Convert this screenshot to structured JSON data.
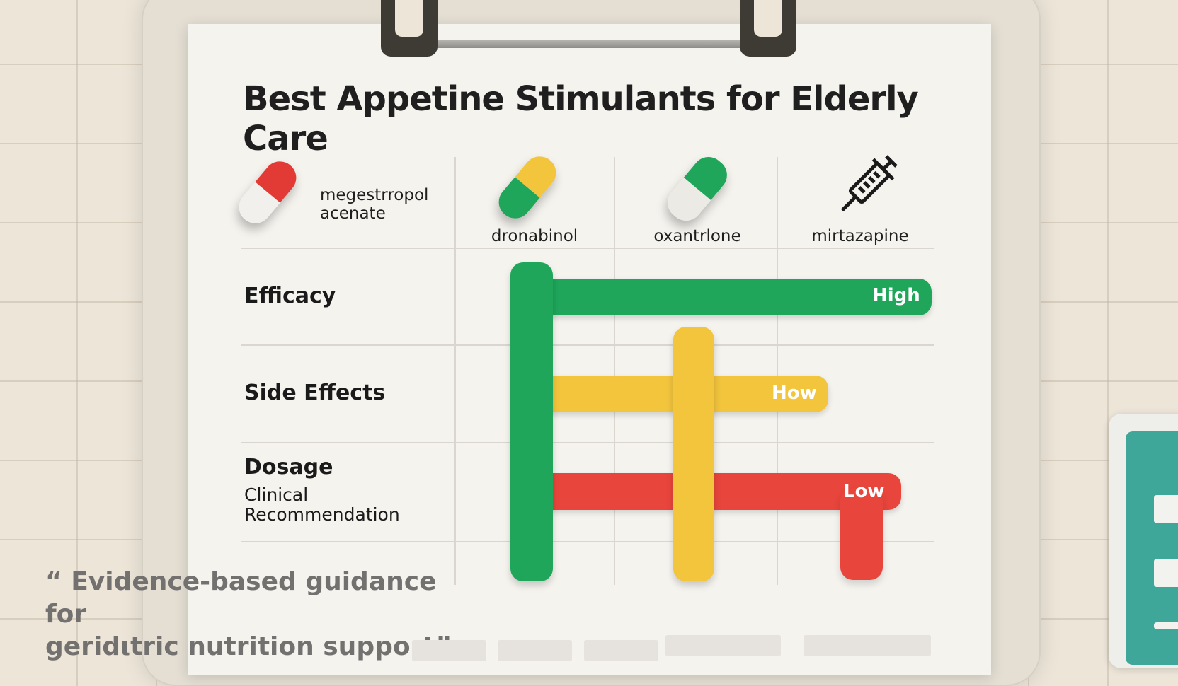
{
  "title": "Best Appetine Stimulants for Elderly Care",
  "columns": [
    {
      "label_line1": "megestrropol",
      "label_line2": "acenate",
      "icon": "red-white-capsule-icon"
    },
    {
      "label": "dronabinol",
      "icon": "yellow-green-capsule-icon"
    },
    {
      "label": "oxantrlone",
      "icon": "green-white-capsule-icon"
    },
    {
      "label": "mirtazapine",
      "icon": "syringe-icon"
    }
  ],
  "rows": [
    {
      "label": "Efficacy"
    },
    {
      "label": "Side Effects"
    },
    {
      "label": "Dosage",
      "sublabel_line1": "Clinical",
      "sublabel_line2": "Recommendation"
    }
  ],
  "bars": {
    "efficacy": {
      "label": "High",
      "color": "#1fa65b"
    },
    "side_effects": {
      "label": "How",
      "color": "#f2c53d"
    },
    "dosage": {
      "label": "Low",
      "color": "#e8453c"
    }
  },
  "quote": {
    "line1": "“ Evidence-based guidance for",
    "line2": "geridιtric nutrition support”"
  },
  "colors": {
    "green": "#1fa65b",
    "yellow": "#f2c53d",
    "red": "#e8453c",
    "teal": "#3ea79a"
  }
}
